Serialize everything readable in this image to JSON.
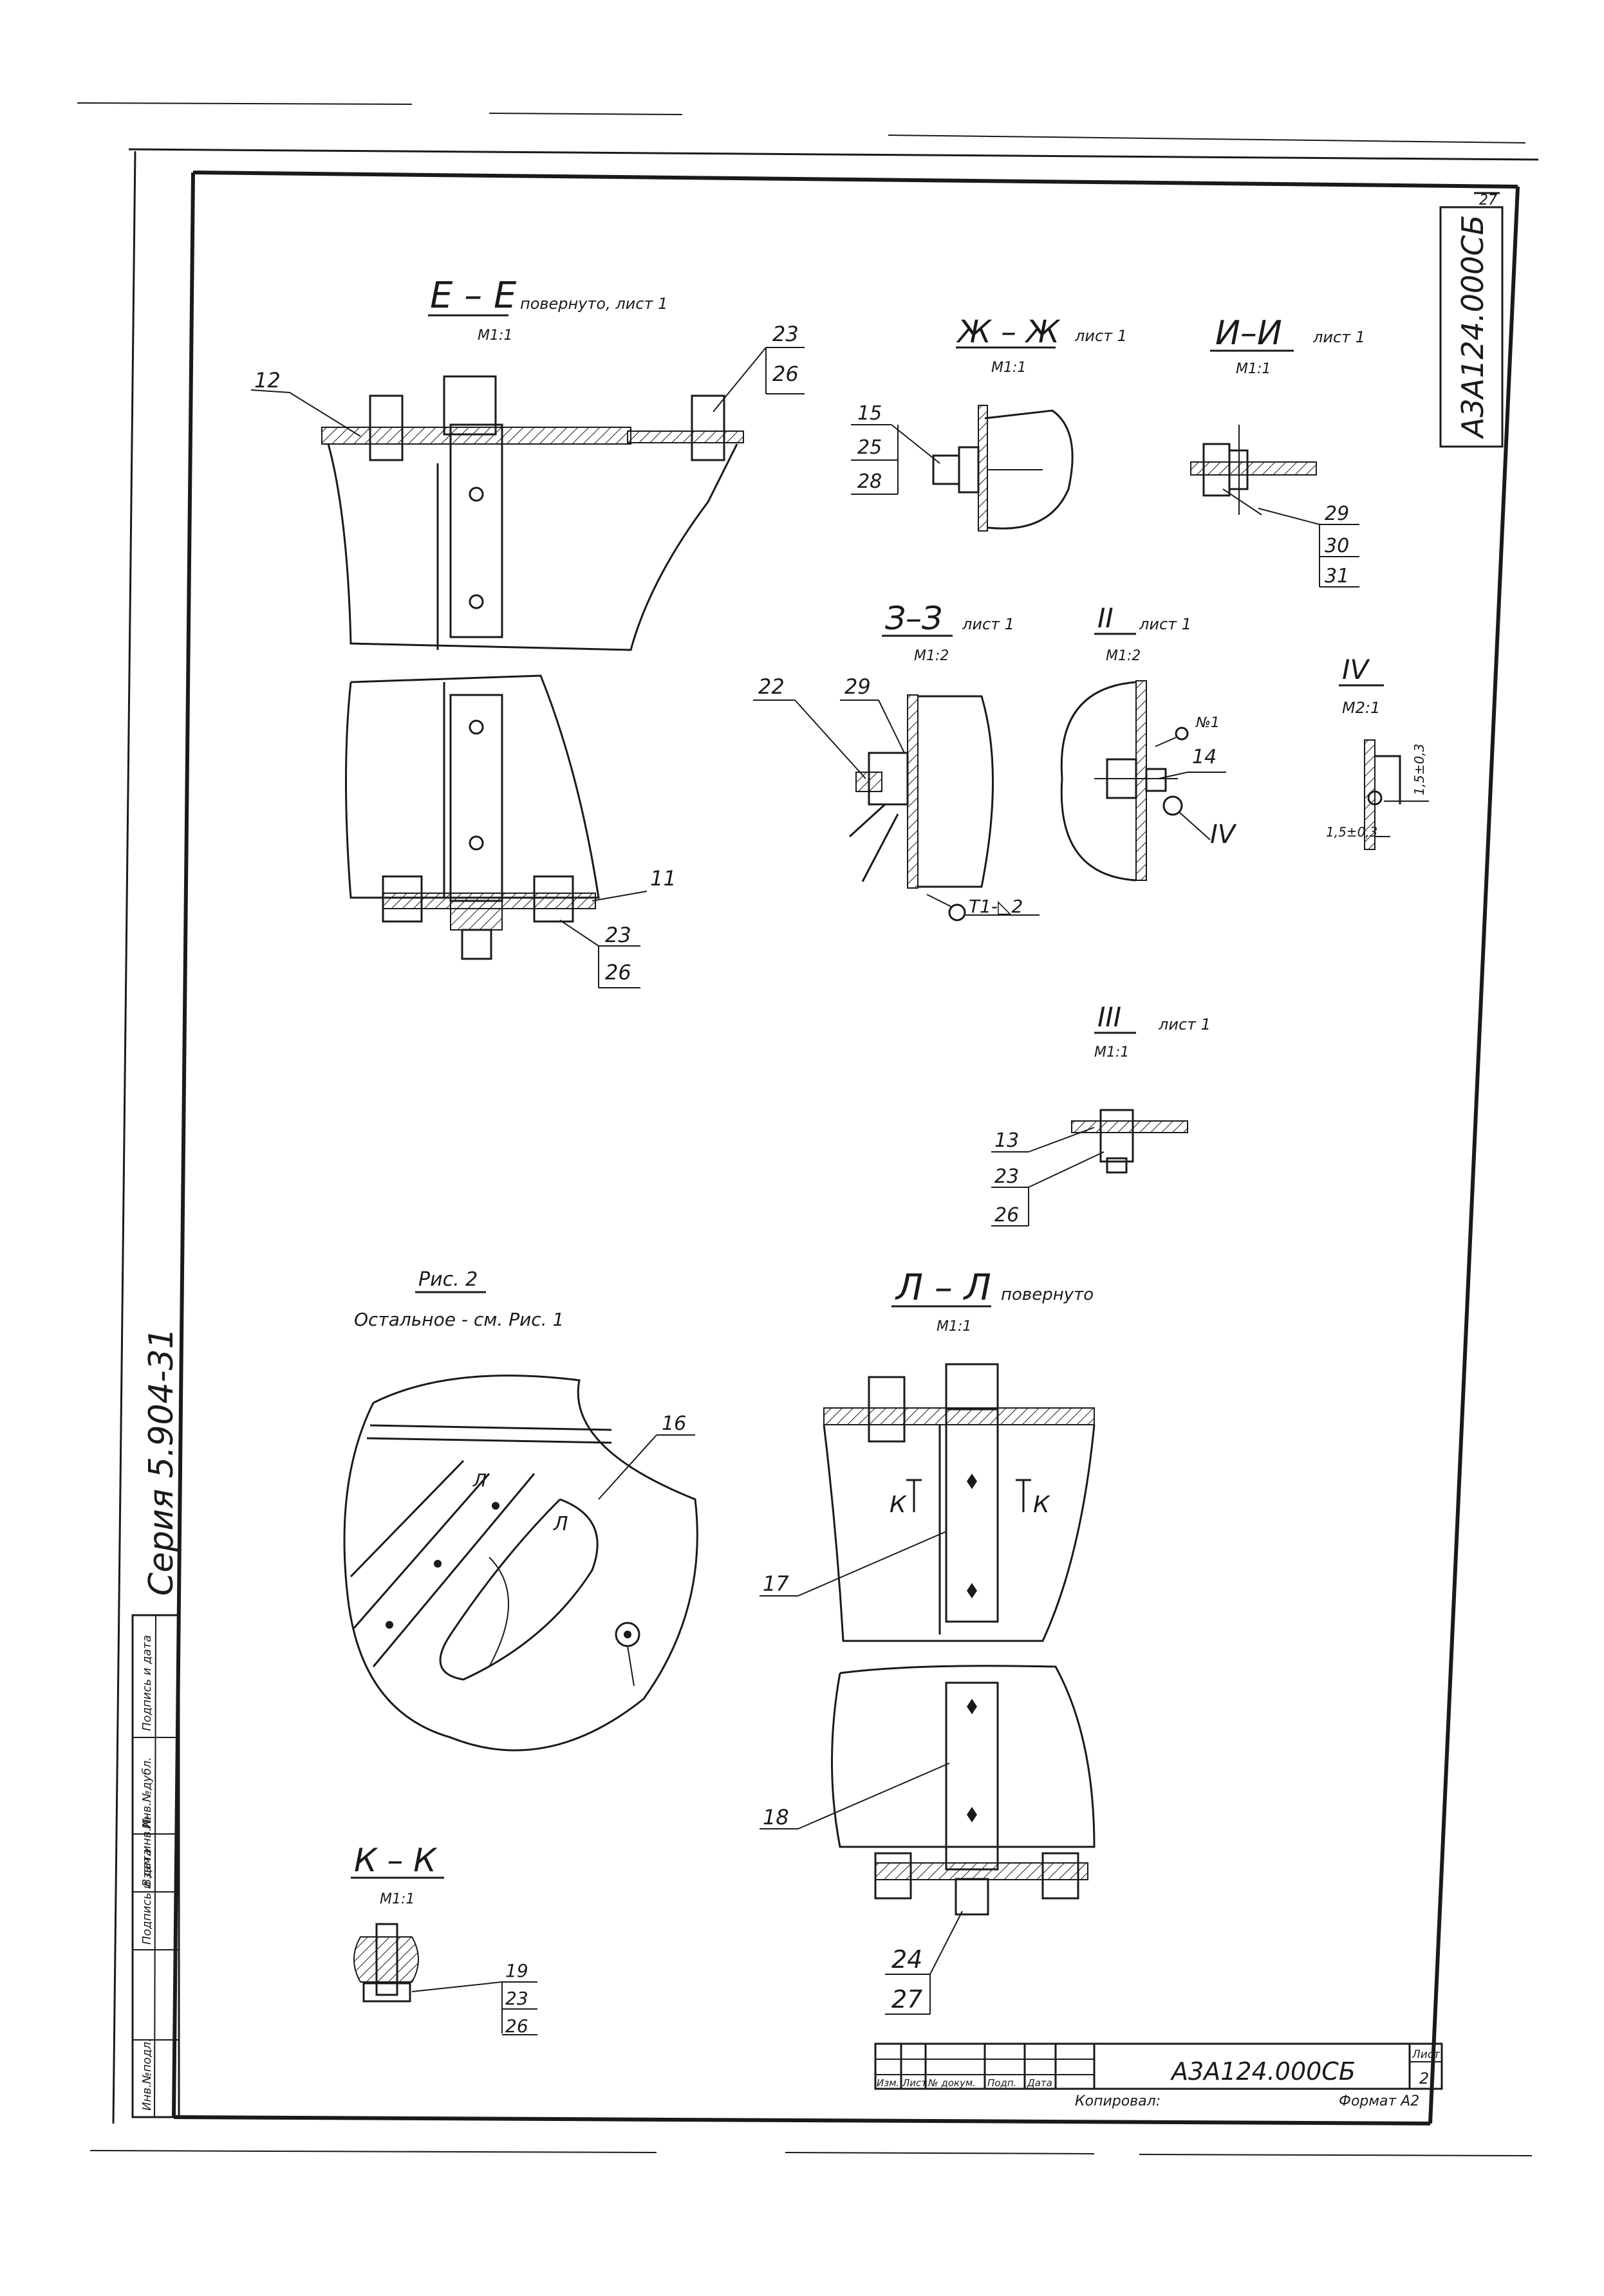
{
  "drawing": {
    "designation": "А3А124.000СБ",
    "title_block_designation": "А3А124.000СБ",
    "sheet_label": "Лист",
    "sheet_number": "2",
    "corner_sheet_number": "27",
    "series": "Серия 5.904-31",
    "copied_label": "Копировал:",
    "format_label": "Формат А2",
    "title_block_headers": [
      "Изм.",
      "Лист",
      "№ докум.",
      "Подп.",
      "Дата"
    ],
    "side_stamp_labels": [
      "Инв.№подл.",
      "Подпись и дата",
      "Взам.инв.№",
      "Инв.№дубл.",
      "Подпись и дата"
    ]
  },
  "views": {
    "ee": {
      "title": "Е – Е",
      "note": "повернуто, лист 1",
      "scale": "М1:1"
    },
    "zhzh": {
      "title": "Ж – Ж",
      "note": "лист 1",
      "scale": "М1:1"
    },
    "ii": {
      "title": "И–И",
      "note": "лист 1",
      "scale": "М1:1"
    },
    "zz": {
      "title": "З–З",
      "note": "лист 1",
      "scale": "М1:2"
    },
    "v2": {
      "title": "II",
      "note": "лист 1",
      "scale": "М1:2"
    },
    "v4": {
      "title": "IV",
      "scale": "М2:1",
      "dim1": "1,5±0,3",
      "dim2": "1,5±0,3"
    },
    "v3": {
      "title": "III",
      "note": "лист 1",
      "scale": "М1:1"
    },
    "fig2": {
      "title": "Рис. 2",
      "note": "Остальное - см. Рис. 1"
    },
    "ll": {
      "title": "Л – Л",
      "note": "повернуто",
      "scale": "М1:1"
    },
    "kk": {
      "title": "К – К",
      "scale": "М1:1"
    }
  },
  "callouts": {
    "ee": [
      "12",
      "23",
      "26",
      "11",
      "23",
      "26"
    ],
    "zhzh": [
      "15",
      "25",
      "28"
    ],
    "ii": [
      "29",
      "30",
      "31"
    ],
    "zz": [
      "22",
      "29"
    ],
    "zz_weld": "Т1-◺2",
    "v2": [
      "14"
    ],
    "v2_weld": "№1",
    "v2_detail": "IV",
    "v3": [
      "13",
      "23",
      "26"
    ],
    "fig2": [
      "16"
    ],
    "fig2_section": "Л",
    "ll": [
      "17",
      "18",
      "24",
      "27"
    ],
    "ll_section": "К",
    "kk": [
      "19",
      "23",
      "26"
    ]
  }
}
